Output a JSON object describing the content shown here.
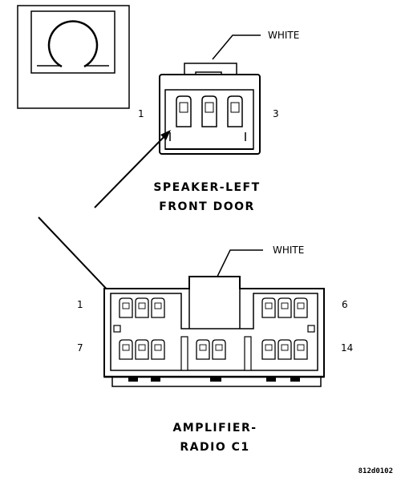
{
  "connector_a": {
    "wire_color_label": "WHITE",
    "pin_first": "1",
    "pin_last": "3",
    "title_line1": "SPEAKER-LEFT",
    "title_line2": "FRONT DOOR"
  },
  "connector_b": {
    "wire_color_label": "WHITE",
    "pin_top_left": "1",
    "pin_top_right": "6",
    "pin_bottom_left": "7",
    "pin_bottom_right": "14",
    "title_line1": "AMPLIFIER-",
    "title_line2": "RADIO C1"
  },
  "figure_ref": "812d0102",
  "icon": "connector-face-view-icon"
}
